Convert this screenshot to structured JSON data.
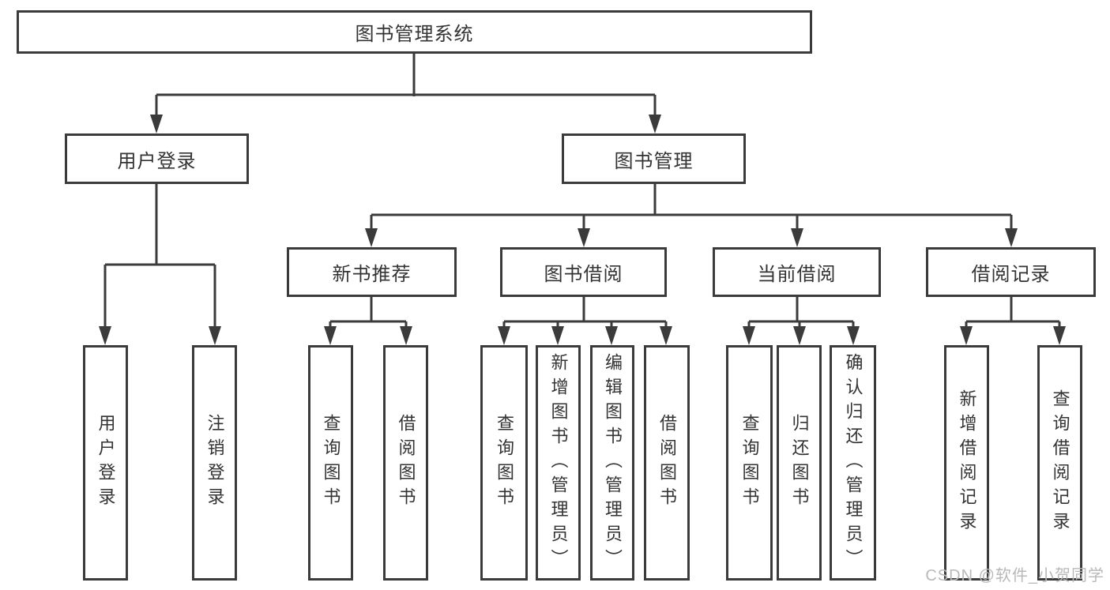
{
  "colors": {
    "line": "#3b3b3b",
    "text": "#333333",
    "background": "#ffffff",
    "watermark": "#b9b9b9"
  },
  "watermark": {
    "text": "CSDN @软件_小贺同学"
  },
  "tree": {
    "root": "图书管理系统",
    "branches": [
      {
        "label": "用户登录",
        "children": [
          {
            "label": "用户登录"
          },
          {
            "label": "注销登录"
          }
        ]
      },
      {
        "label": "图书管理",
        "children": [
          {
            "label": "新书推荐",
            "children": [
              {
                "label": "查询图书"
              },
              {
                "label": "借阅图书"
              }
            ]
          },
          {
            "label": "图书借阅",
            "children": [
              {
                "label": "查询图书"
              },
              {
                "label": "新增图书（管理员）"
              },
              {
                "label": "编辑图书（管理员）"
              },
              {
                "label": "借阅图书"
              }
            ]
          },
          {
            "label": "当前借阅",
            "children": [
              {
                "label": "查询图书"
              },
              {
                "label": "归还图书"
              },
              {
                "label": "确认归还（管理员）"
              }
            ]
          },
          {
            "label": "借阅记录",
            "children": [
              {
                "label": "新增借阅记录"
              },
              {
                "label": "查询借阅记录"
              }
            ]
          }
        ]
      }
    ]
  }
}
